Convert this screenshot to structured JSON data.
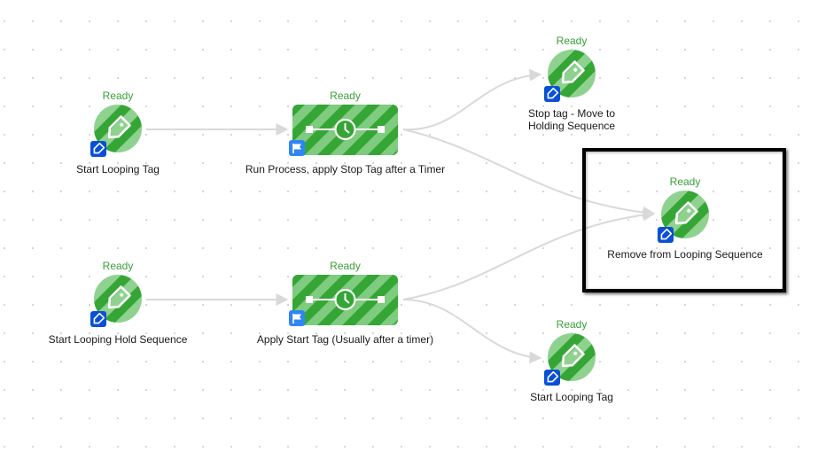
{
  "canvas": {
    "grid": "dotted",
    "colors": {
      "status_text": "#3a9e3a",
      "node_dark_green": "#35a635",
      "node_light_green": "#8fd28f",
      "tag_badge": "#0a50d6",
      "flag_badge": "#2f86f5",
      "edge": "#d9d9d9",
      "highlight_border": "#000000"
    }
  },
  "nodes": [
    {
      "id": "n1",
      "type": "tag",
      "status": "Ready",
      "label": "Start Looping Tag",
      "badge": "tag-icon",
      "icon": "tag-icon"
    },
    {
      "id": "n2",
      "type": "process",
      "status": "Ready",
      "label": "Run Process, apply Stop Tag after a Timer",
      "badge": "flag-icon",
      "icon": "timer-icon"
    },
    {
      "id": "n3",
      "type": "tag",
      "status": "Ready",
      "label_line1": "Stop tag - Move to",
      "label_line2": "Holding Sequence",
      "badge": "tag-icon",
      "icon": "tag-icon"
    },
    {
      "id": "n4",
      "type": "tag",
      "status": "Ready",
      "label": "Remove from Looping Sequence",
      "badge": "tag-icon",
      "icon": "tag-icon",
      "highlighted": true
    },
    {
      "id": "n5",
      "type": "tag",
      "status": "Ready",
      "label": "Start Looping Hold Sequence",
      "badge": "tag-icon",
      "icon": "tag-icon"
    },
    {
      "id": "n6",
      "type": "process",
      "status": "Ready",
      "label": "Apply Start Tag (Usually after a timer)",
      "badge": "flag-icon",
      "icon": "timer-icon"
    },
    {
      "id": "n7",
      "type": "tag",
      "status": "Ready",
      "label": "Start Looping Tag",
      "badge": "tag-icon",
      "icon": "tag-icon"
    }
  ],
  "edges": [
    {
      "from": "n1",
      "to": "n2"
    },
    {
      "from": "n2",
      "to": "n3"
    },
    {
      "from": "n2",
      "to": "n4"
    },
    {
      "from": "n5",
      "to": "n6"
    },
    {
      "from": "n6",
      "to": "n4"
    },
    {
      "from": "n6",
      "to": "n7"
    }
  ]
}
